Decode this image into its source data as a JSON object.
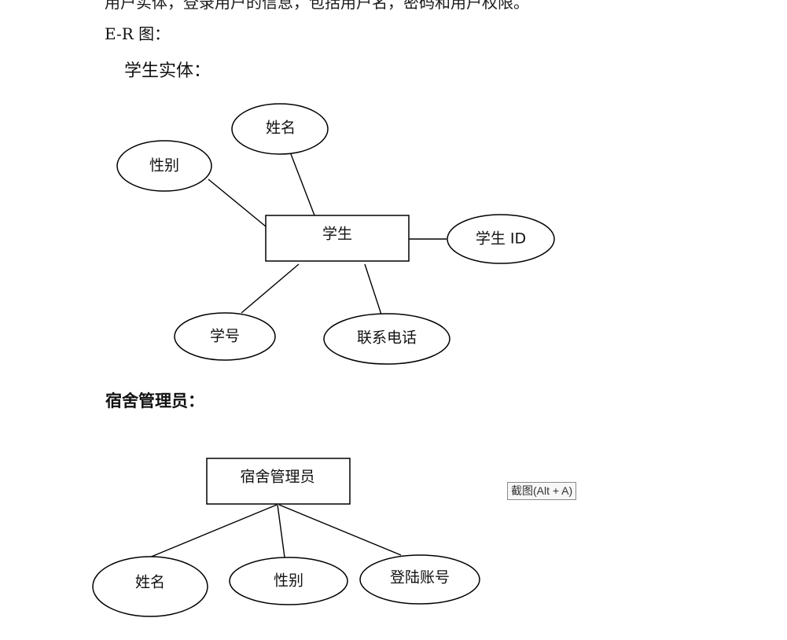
{
  "document": {
    "clipped_top_line": "用户实体，登录用户的信息，包括用户名，密码和用户权限。",
    "er_heading": "E-R 图：",
    "student_section_heading": "学生实体：",
    "admin_section_heading": "宿舍管理员："
  },
  "student_diagram": {
    "entity": "学生",
    "attributes": {
      "name": "姓名",
      "gender": "性别",
      "student_id": "学生 ID",
      "student_number": "学号",
      "phone": "联系电话"
    }
  },
  "admin_diagram": {
    "entity": "宿舍管理员",
    "attributes": {
      "name": "姓名",
      "gender": "性别",
      "login_account": "登陆账号"
    }
  },
  "tooltip": {
    "label": "截图(Alt + A)"
  }
}
